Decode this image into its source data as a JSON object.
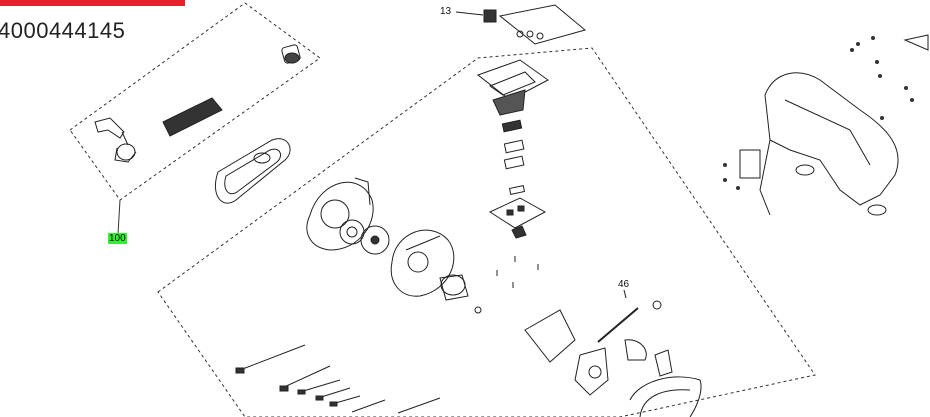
{
  "header": {
    "part_number": "4000444145",
    "accent_color": "#e8202a"
  },
  "callouts": [
    {
      "id": "13",
      "label": "13"
    },
    {
      "id": "46",
      "label": "46"
    },
    {
      "id": "100",
      "label": "100",
      "highlight": "#33ee33"
    }
  ],
  "icons": {
    "hotspot": "callout-hotspot-icon"
  }
}
